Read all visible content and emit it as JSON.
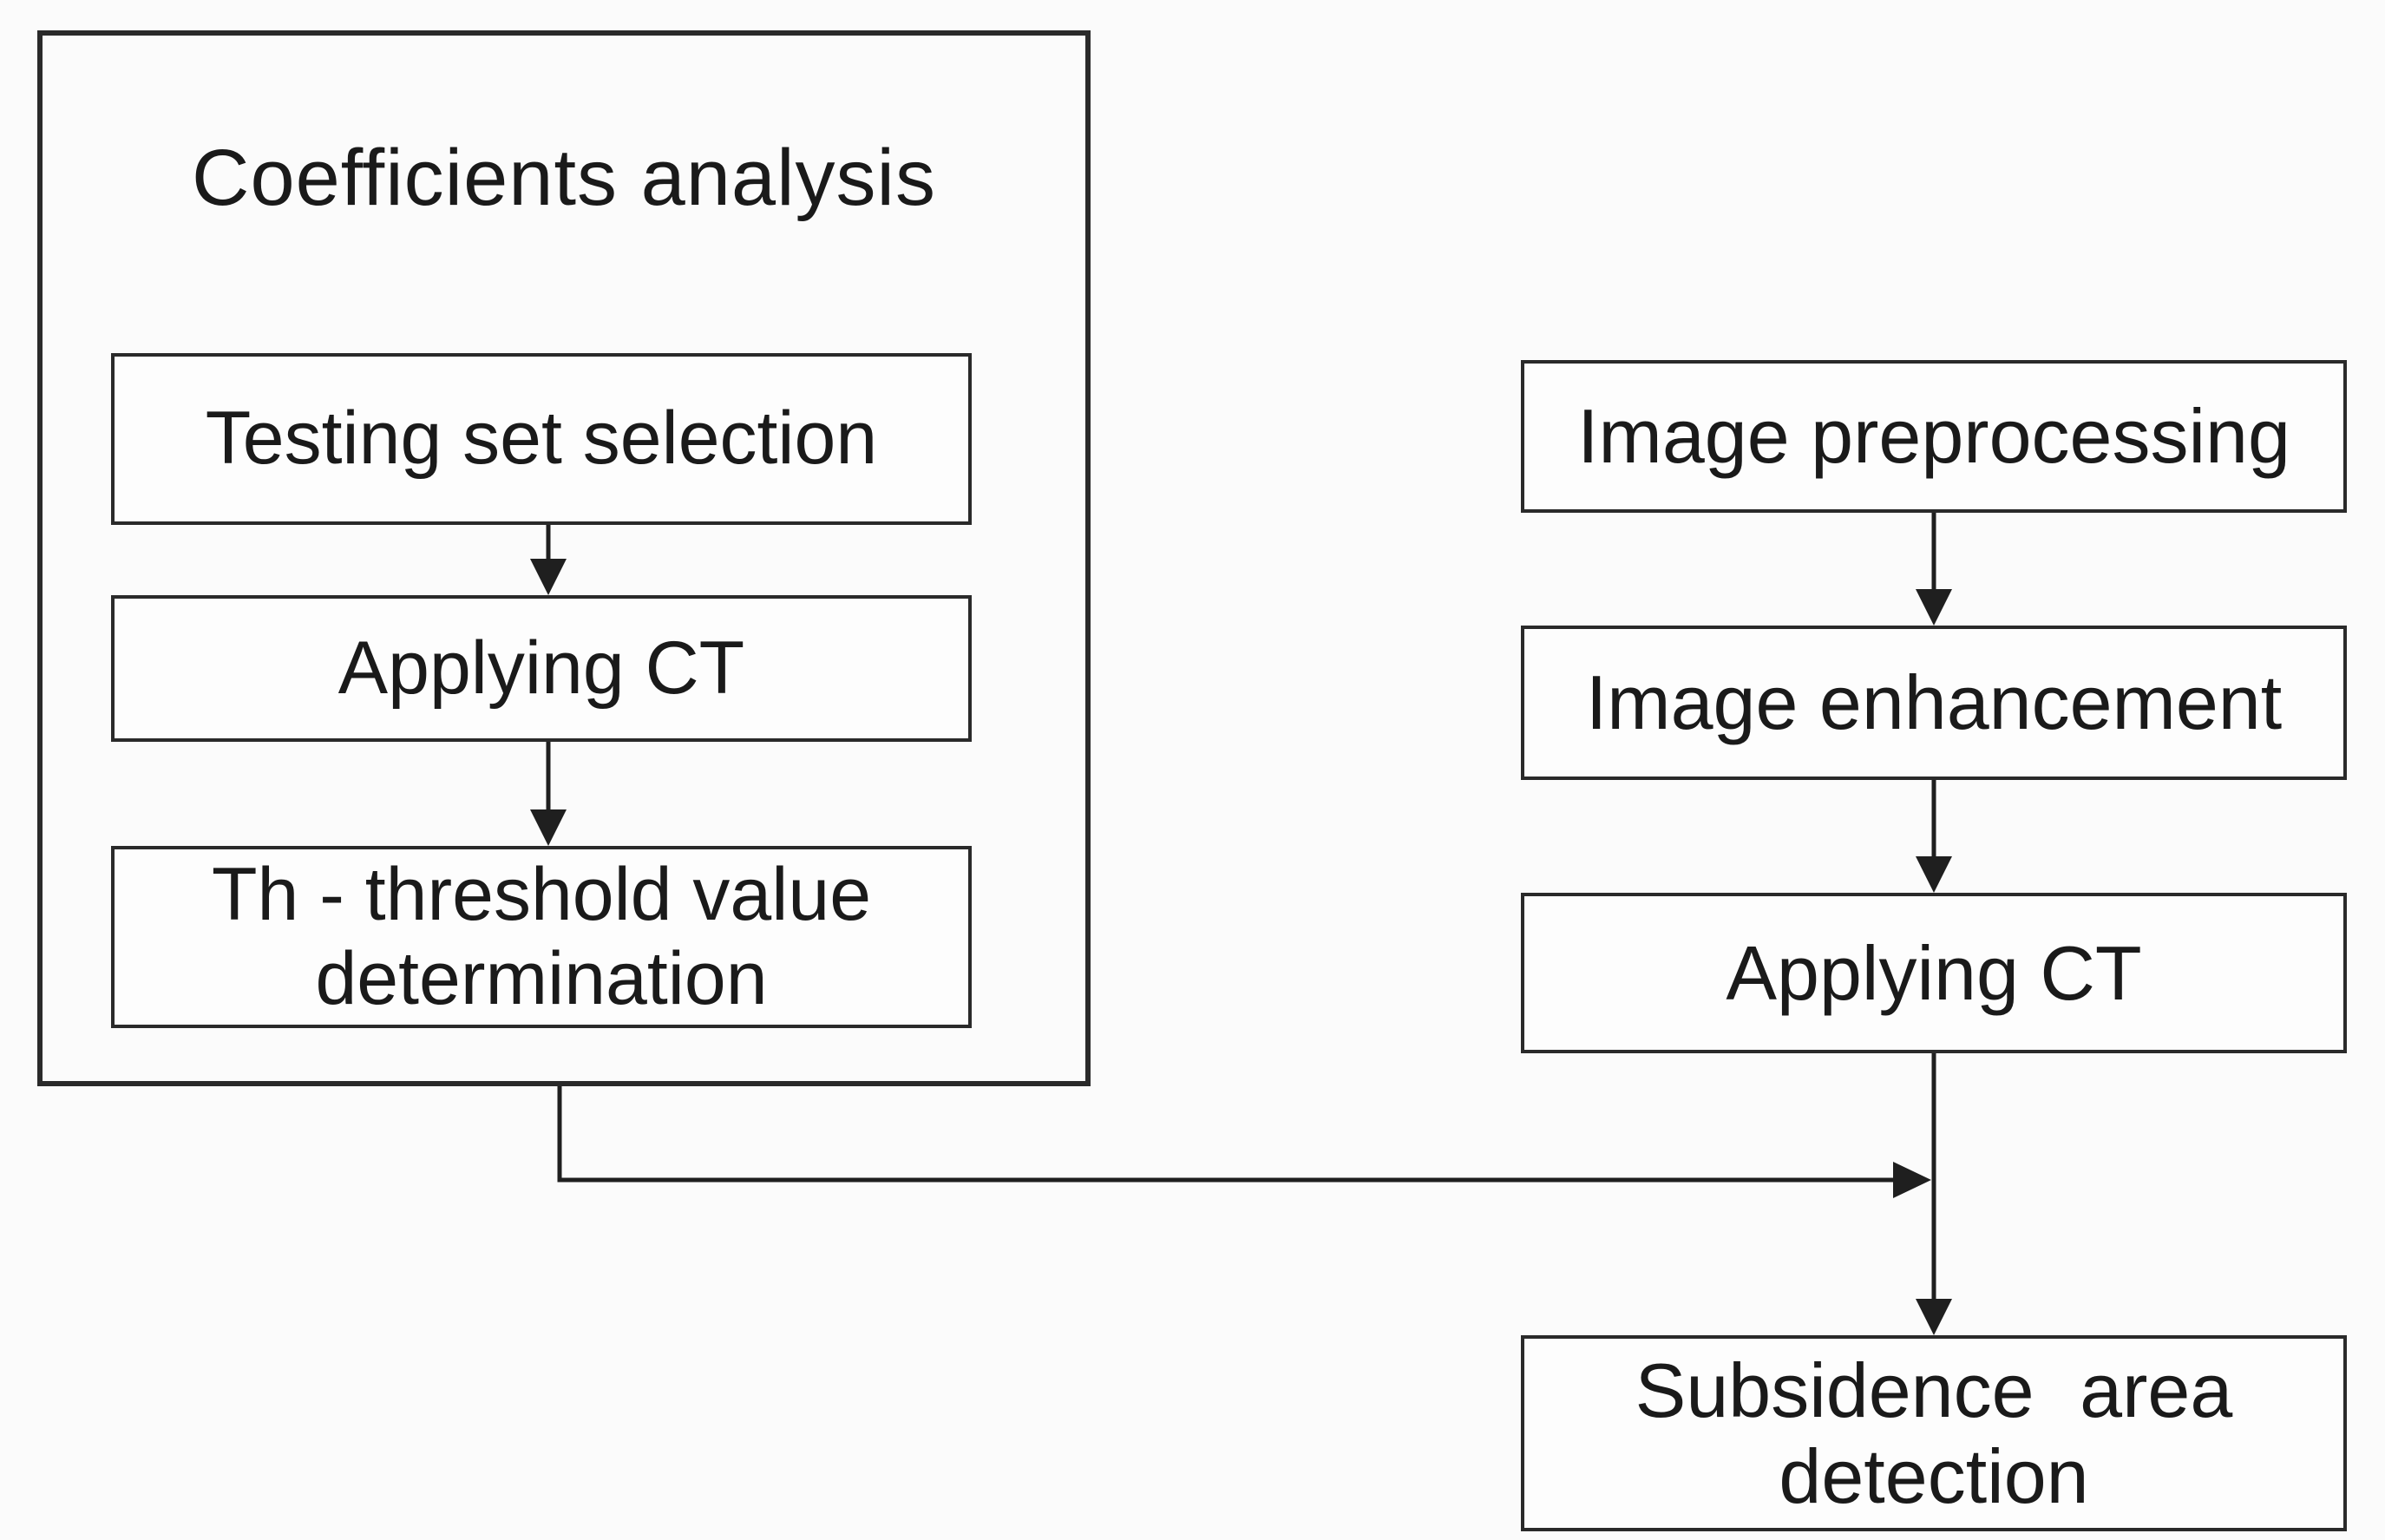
{
  "figure": {
    "type": "flowchart",
    "colors": {
      "background": "#fbfbfb",
      "line": "#1f1f1f",
      "box_border": "#2a2a2a",
      "box_fill": "#fdfdfd",
      "text": "#1a1a1a"
    },
    "coefficients_panel": {
      "title": "Coefficients analysis",
      "nodes": [
        {
          "id": "testing-set-selection",
          "label": "Testing set selection"
        },
        {
          "id": "applying-ct-left",
          "label": "Applying CT"
        },
        {
          "id": "th-threshold-determination",
          "label": "Th - threshold value determination"
        }
      ]
    },
    "processing_flow": {
      "nodes": [
        {
          "id": "image-preprocessing",
          "label": "Image preprocessing"
        },
        {
          "id": "image-enhancement",
          "label": "Image enhancement"
        },
        {
          "id": "applying-ct-right",
          "label": "Applying CT"
        },
        {
          "id": "subsidence-area-detection",
          "label": "Subsidence area detection"
        }
      ]
    },
    "connections": [
      "testing-set-selection -> applying-ct-left",
      "applying-ct-left -> th-threshold-determination",
      "coefficients-panel -> subsidence-flow-junction",
      "image-preprocessing -> image-enhancement",
      "image-enhancement -> applying-ct-right",
      "applying-ct-right -> subsidence-area-detection"
    ]
  }
}
